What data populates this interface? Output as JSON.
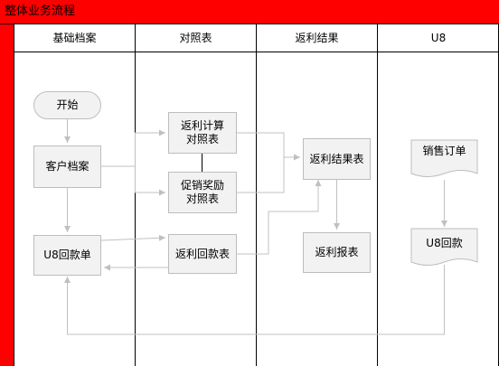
{
  "title": "整体业务流程",
  "colors": {
    "title_bg": "#ff0000",
    "node_fill": "#f2f2f2",
    "node_border": "#bdbdbd",
    "connector": "#c0c0c0",
    "lane_line": "#000000"
  },
  "lanes": [
    "基础档案",
    "对照表",
    "返利结果",
    "U8"
  ],
  "nodes": {
    "start": "开始",
    "customer_archive": "客户档案",
    "u8_payment_form": "U8回款单",
    "rebate_calc_table": "返利计算\n对照表",
    "promo_reward_table": "促销奖励\n对照表",
    "rebate_payment_table": "返利回款表",
    "rebate_result_table": "返利结果表",
    "rebate_report": "返利报表",
    "sales_order": "销售订单",
    "u8_payment": "U8回款"
  }
}
